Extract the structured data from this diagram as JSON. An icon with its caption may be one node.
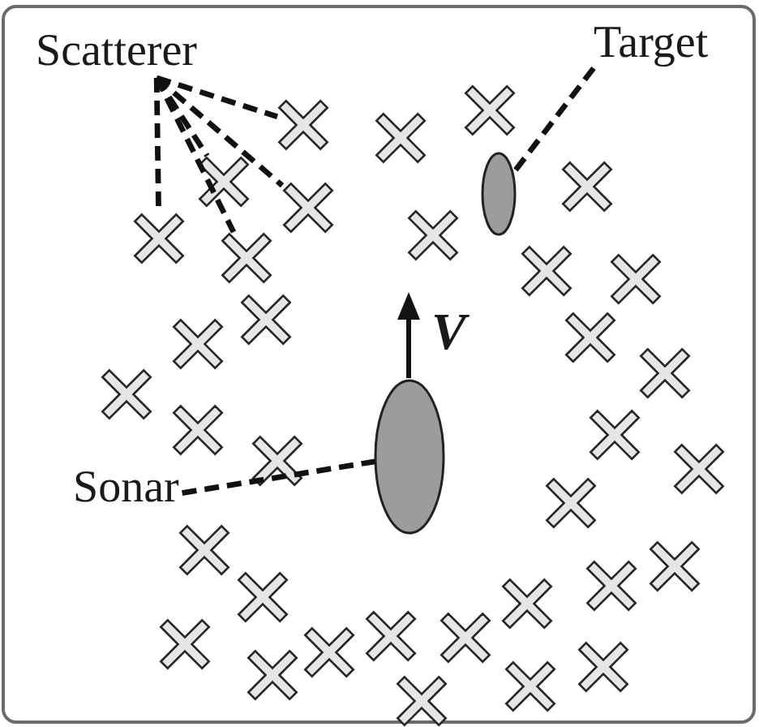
{
  "diagram": {
    "nodes": [
      {
        "text": [
          "Scatterer"
        ]
      },
      {
        "text": [],
        "shape": "cross"
      },
      {
        "text": [],
        "shape": "cross"
      },
      {
        "text": [],
        "shape": "cross"
      },
      {
        "text": [],
        "shape": "cross"
      },
      {
        "text": [],
        "shape": "cross"
      },
      {
        "text": [
          "Target"
        ]
      },
      {
        "text": [],
        "shape": "ellipse"
      },
      {
        "text": [
          "Sonar"
        ]
      },
      {
        "text": [],
        "shape": "ellipse"
      }
    ],
    "edges": [
      {
        "from": 0,
        "to": 1,
        "arrow": "none",
        "style": "dashed"
      },
      {
        "from": 0,
        "to": 2,
        "arrow": "none",
        "style": "dashed"
      },
      {
        "from": 0,
        "to": 3,
        "arrow": "none",
        "style": "dashed"
      },
      {
        "from": 0,
        "to": 4,
        "arrow": "none",
        "style": "dashed"
      },
      {
        "from": 0,
        "to": 5,
        "arrow": "none",
        "style": "dashed"
      },
      {
        "from": 6,
        "to": 7,
        "arrow": "none",
        "style": "dashed"
      },
      {
        "from": 8,
        "to": 9,
        "arrow": "none",
        "style": "dashed"
      }
    ],
    "labels": [
      "V"
    ]
  }
}
